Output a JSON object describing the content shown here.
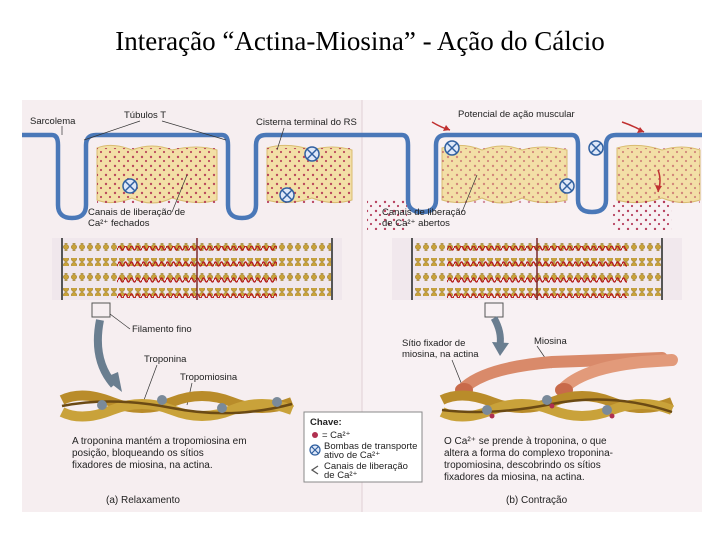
{
  "title": "Interação “Actina-Miosina” - Ação do Cálcio",
  "labels": {
    "sarcolema": "Sarcolema",
    "tubulos_t": "Túbulos T",
    "cisterna": "Cisterna terminal do RS",
    "potencial": "Potencial de ação muscular",
    "canais_fechados_1": "Canais de liberação de",
    "canais_fechados_2": "Ca²⁺ fechados",
    "canais_abertos_1": "Canais de liberação",
    "canais_abertos_2": "de Ca²⁺ abertos",
    "filamento_fino": "Filamento fino",
    "troponina": "Troponina",
    "tropomiosina": "Tropomiosina",
    "sitio_1": "Sítio fixador de",
    "sitio_2": "miosina, na actina",
    "miosina": "Miosina"
  },
  "key": {
    "title": "Chave:",
    "ca": "= Ca²⁺",
    "bomba_1": "Bombas de transporte",
    "bomba_2": "ativo de Ca²⁺",
    "canais_1": "Canais de liberação",
    "canais_2": "de Ca²⁺"
  },
  "captions": {
    "left_1": "A troponina mantém a tropomiosina em",
    "left_2": "posição, bloqueando os sítios",
    "left_3": "fixadores de miosina, na actina.",
    "right_1": "O Ca²⁺ se prende à troponina, o que",
    "right_2": "altera a forma do complexo troponina-",
    "right_3": "tropomiosina, descobrindo os sítios",
    "right_4": "fixadores da miosina, na actina.",
    "panel_a": "(a) Relaxamento",
    "panel_b": "(b) Contração"
  }
}
